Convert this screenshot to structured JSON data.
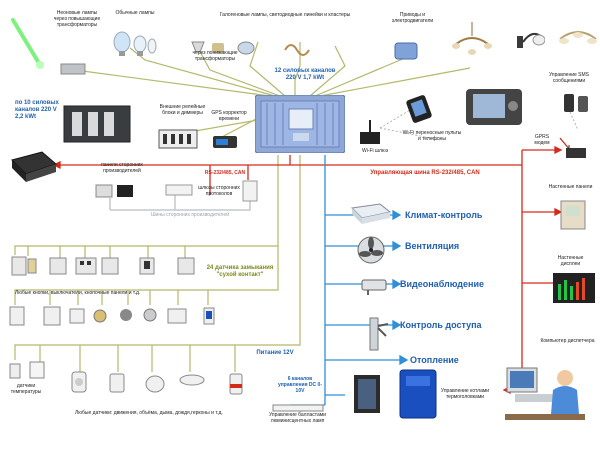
{
  "colors": {
    "power_line": "#b5b86a",
    "control_line": "#d42a1a",
    "blue_line": "#2f8fd8",
    "gray_line": "#c3c8cc",
    "system_text": "#1f5fb0"
  },
  "labels": {
    "neon": "Неоновые лампы через повышающие трансформаторы",
    "ordinary_lamps": "Обычные лампы",
    "halogen": "Галогеновые лампы, светодиодные линейки и кластеры",
    "drives": "Приводы и электродвигатели",
    "step_down": "через понижающие трансформаторы",
    "power_channels_right": "12 силовых каналов\n220 V 1,7 kWt",
    "power_channels_left": "по 10 силовых каналов 220 V 2,2 kWt",
    "relay_blocks": "Внешние релейные блоки и диммеры",
    "gps": "GPS корректор времени",
    "wifi_gateway": "Wi-Fi шлюз",
    "wifi_remotes": "Wi-Fi переносные пульты и телефоны",
    "sms": "Управление SMS сообщениями",
    "gprs": "GPRS модем",
    "third_party_panels": "панели сторонних производителей",
    "rs_bus_short": "RS-232/485, CAN",
    "gateways": "шлюзы сторонних протоколов",
    "gateways_bus": "Шины сторонних производителей",
    "control_bus": "Управляющая шина RS-232/485, CAN",
    "wall_panels": "Настенные панели",
    "wall_displays": "Настенные дисплеи",
    "dispatcher_pc": "Компьютер диспетчера",
    "dry_contact": "24 датчика замыкания \"сухой контакт\"",
    "any_buttons": "Любые кнопки, выключатели, кнопочные панели и т.д.",
    "power_12v": "Питание 12V",
    "temp_sensors": "датчики температуры",
    "any_sensors": "Любые датчики: движения, объёма, дыма, дождя,герконы и т.д.",
    "dc_channels": "6 каналов управления DC 0-10V",
    "ballast": "Управление балластами люминисцентных ламп",
    "boilers": "Управление котлами термоголовками"
  },
  "systems": [
    "Климат-контроль",
    "Вентиляция",
    "Видеонаблюдение",
    "Контроль доступа",
    "Отопление"
  ],
  "icons": [
    "neon-tube-icon",
    "light-bulb-icon",
    "halogen-spot-icon",
    "led-cluster-icon",
    "motor-drive-icon",
    "chandelier-icon",
    "wall-lamp-icon",
    "ceiling-lamp-icon",
    "transformer-icon",
    "power-module-icon",
    "relay-block-icon",
    "gps-module-icon",
    "wifi-router-icon",
    "smartphone-icon",
    "touch-panel-icon",
    "gsm-phone-icon",
    "gprs-modem-icon",
    "controller-hub-icon",
    "dimmer-box-icon",
    "panel-device-icon",
    "gateway-module-icon",
    "air-conditioner-icon",
    "fan-icon",
    "cctv-camera-icon",
    "turnstile-icon",
    "boiler-icon",
    "fridge-icon",
    "ballast-icon",
    "wall-panel-icon",
    "wall-display-icon",
    "operator-pc-icon",
    "push-button-icon",
    "temperature-sensor-icon",
    "motion-sensor-icon"
  ]
}
